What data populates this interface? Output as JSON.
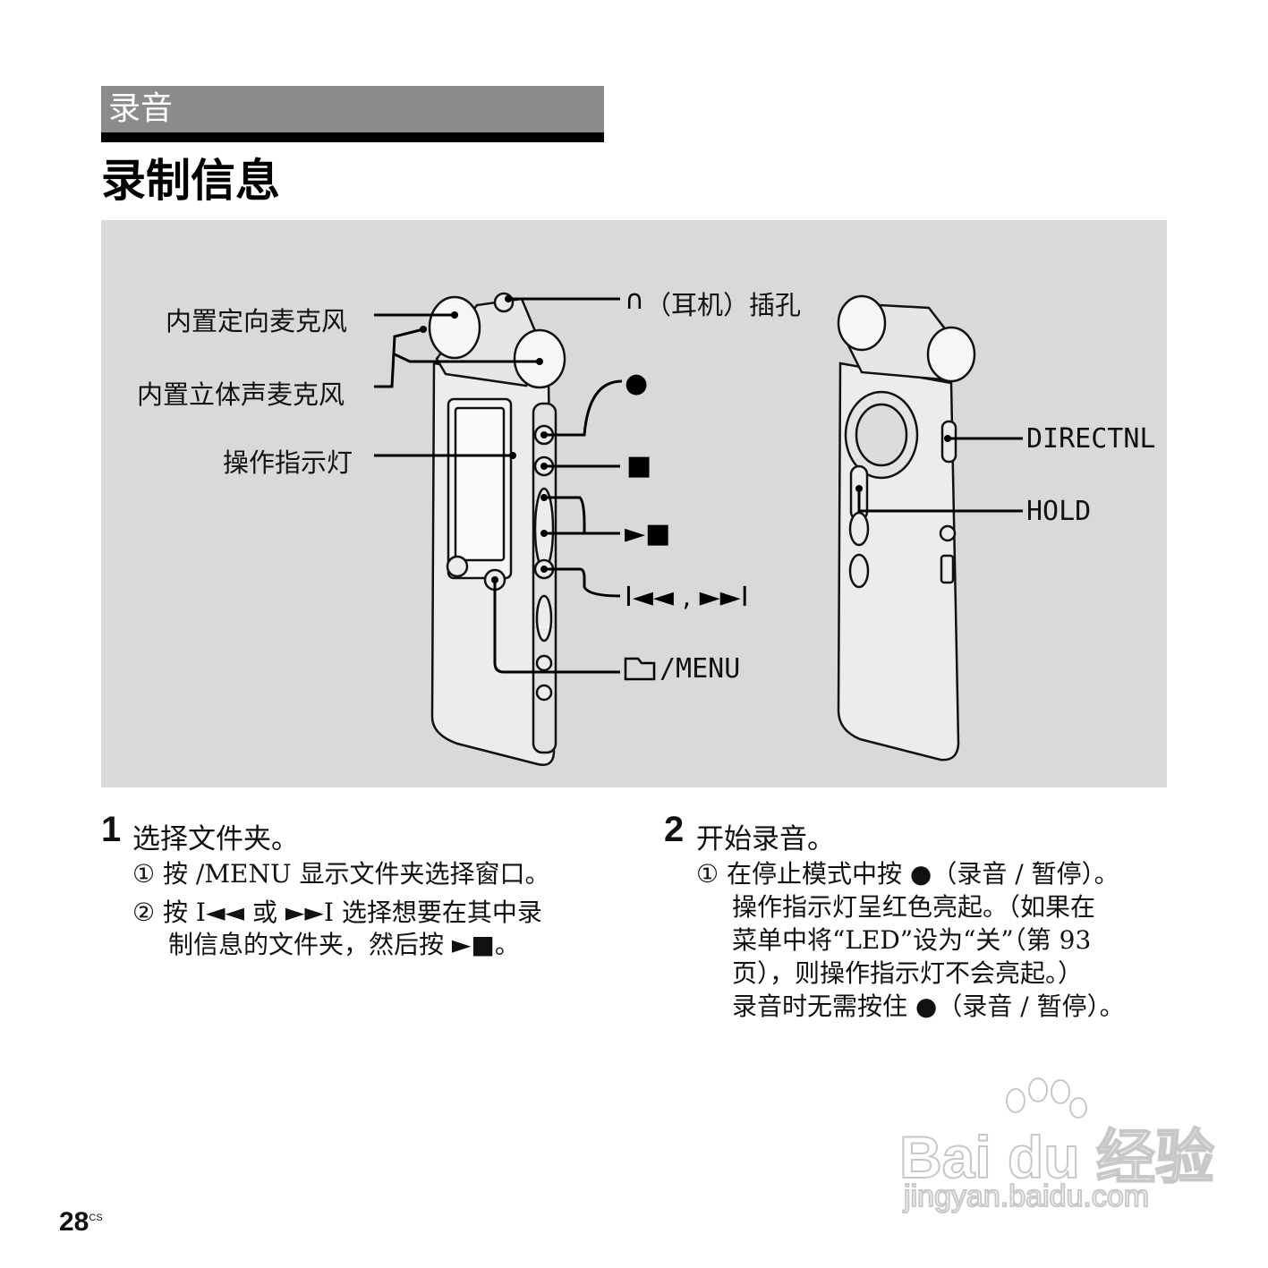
{
  "header": {
    "section": "录音",
    "title": "录制信息"
  },
  "figure": {
    "labels": {
      "directional_mic": "内置定向麦克风",
      "stereo_mic": "内置立体声麦克风",
      "op_indicator": "操作指示灯",
      "headphone_jack": "（耳机）插孔",
      "headphone_symbol": "∩",
      "record_symbol": "●",
      "stop_symbol": "■",
      "play_stop_symbol": "►■",
      "skip_symbols": "I◄◄ , ►►I",
      "menu_label": "/MENU",
      "directnl": "DIRECTNL",
      "hold": "HOLD"
    }
  },
  "steps": [
    {
      "number": "1",
      "title": "选择文件夹。",
      "lines": [
        {
          "marker": "①",
          "text": "按  /MENU 显示文件夹选择窗口。"
        },
        {
          "marker": "②",
          "text": "按 I◄◄ 或 ►►I 选择想要在其中录"
        },
        {
          "marker": "",
          "text": "制信息的文件夹，然后按 ►■。"
        }
      ]
    },
    {
      "number": "2",
      "title": "开始录音。",
      "lines": [
        {
          "marker": "①",
          "text": "在停止模式中按 ●（录音 / 暂停）。"
        },
        {
          "marker": "",
          "text": "操作指示灯呈红色亮起。（如果在"
        },
        {
          "marker": "",
          "text": "菜单中将“LED”设为“关”（第 93"
        },
        {
          "marker": "",
          "text": "页），则操作指示灯不会亮起。）"
        },
        {
          "marker": "",
          "text": "录音时无需按住 ●（录音 / 暂停）。"
        }
      ]
    }
  ],
  "footer": {
    "page_number": "28",
    "page_suffix": "CS"
  },
  "watermark": {
    "brand": "Bai du 经验",
    "url": "jingyan.baidu.com"
  }
}
